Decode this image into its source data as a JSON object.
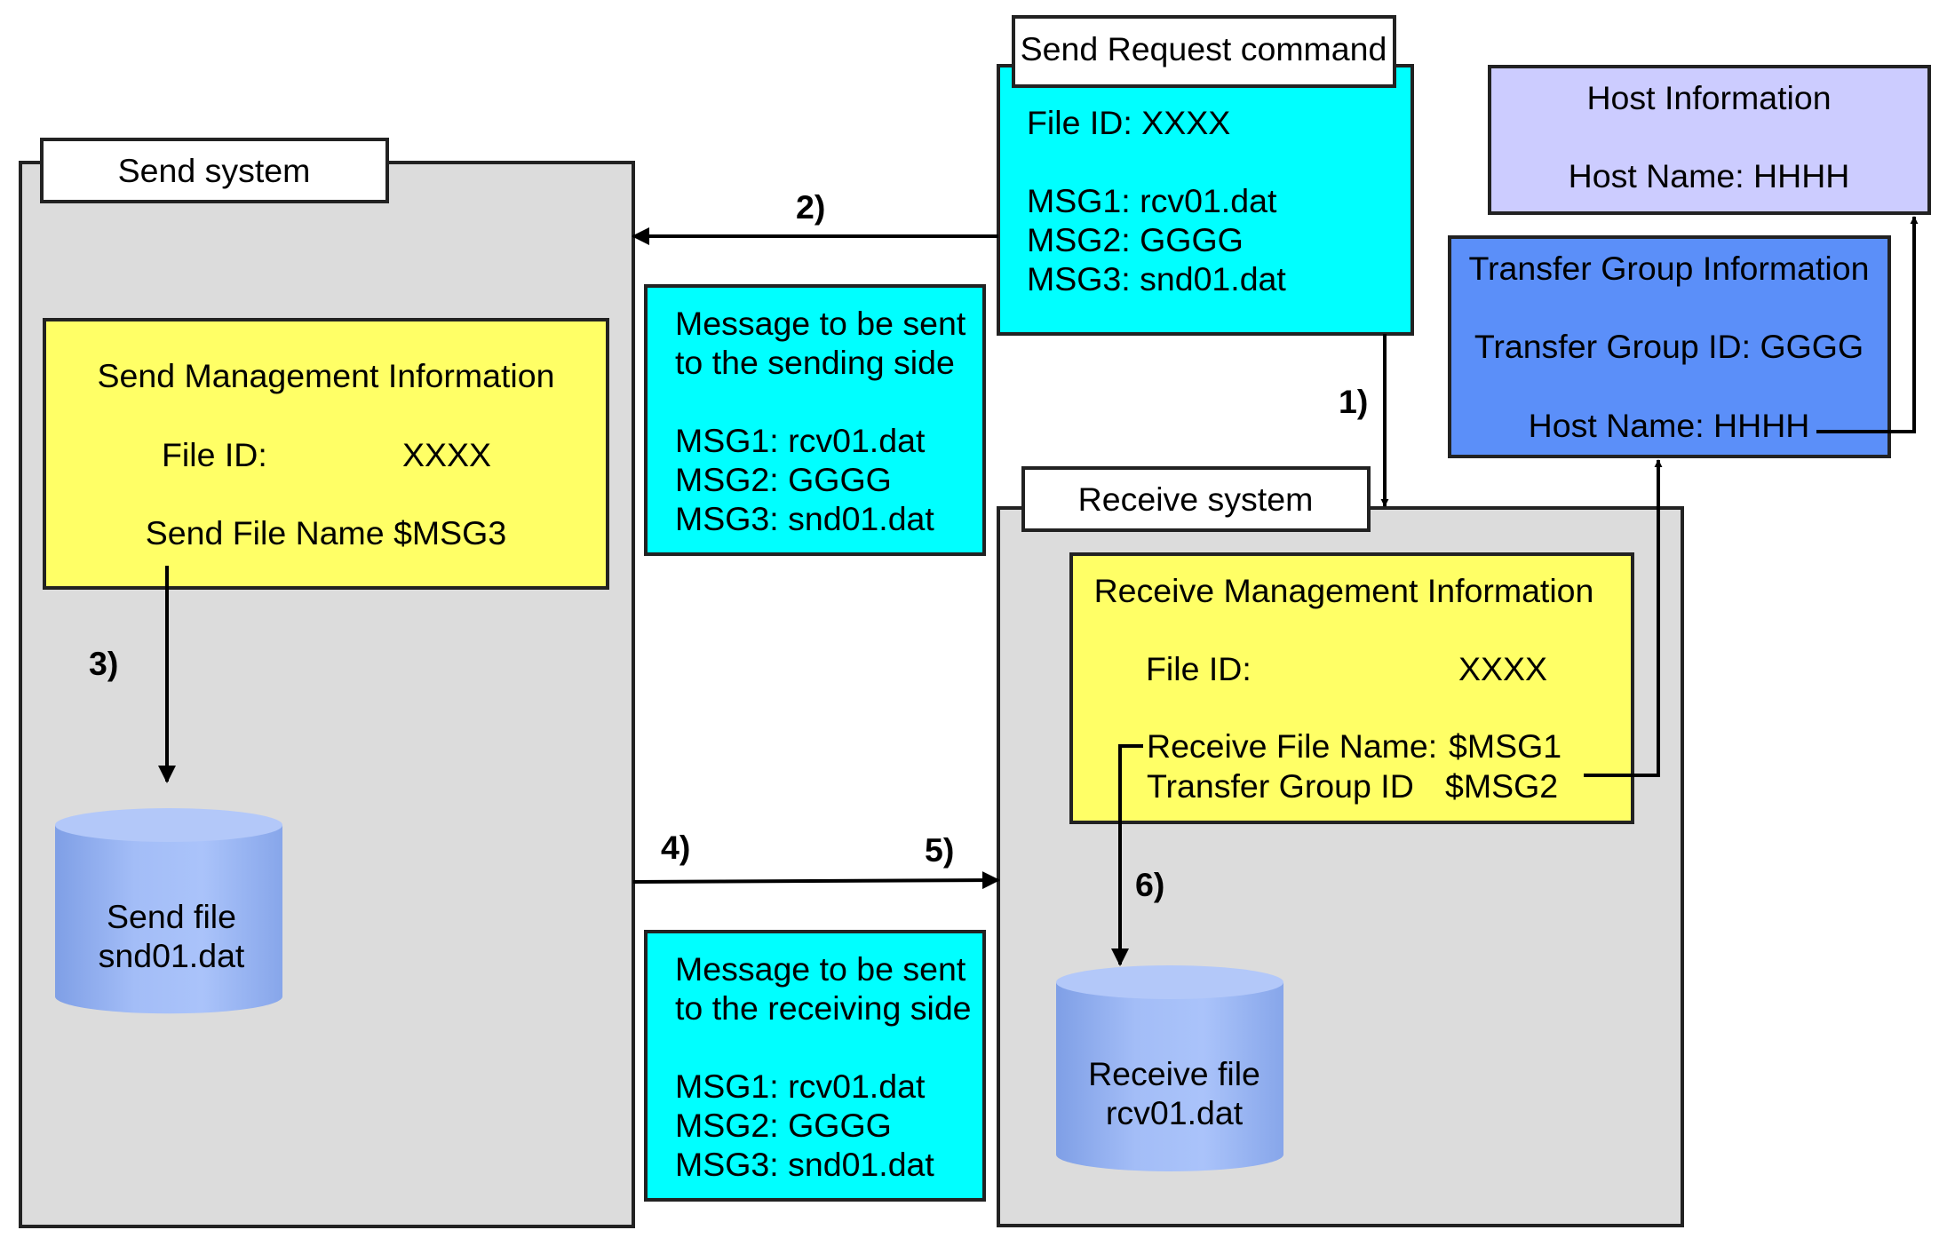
{
  "colors": {
    "system_fill": "#dcdcdc",
    "management_fill": "#ffff66",
    "message_fill": "#00ffff",
    "transfer_group_fill": "#5b8ff9",
    "host_info_fill": "#ccccff",
    "file_fill": "#a3bdf7"
  },
  "send_system": {
    "label": "Send system",
    "management": {
      "title": "Send Management Information",
      "file_id_label": "File ID:",
      "file_id_value": "XXXX",
      "send_file_name": "Send File Name $MSG3"
    },
    "file": {
      "line1": "Send file",
      "line2": "snd01.dat"
    }
  },
  "receive_system": {
    "label": "Receive system",
    "management": {
      "title": "Receive Management Information",
      "file_id_label": "File ID:",
      "file_id_value": "XXXX",
      "receive_file_name_label": "Receive File Name:",
      "receive_file_name_value": "$MSG1",
      "transfer_group_label": "Transfer Group ID",
      "transfer_group_value": "$MSG2"
    },
    "file": {
      "line1": "Receive file",
      "line2": "rcv01.dat"
    }
  },
  "send_request": {
    "label": "Send Request command",
    "file_id": "File ID: XXXX",
    "msg1": "MSG1: rcv01.dat",
    "msg2": "MSG2: GGGG",
    "msg3": "MSG3: snd01.dat"
  },
  "message_sending": {
    "line1": "Message to be sent",
    "line2": "to the sending side",
    "msg1": "MSG1: rcv01.dat",
    "msg2": "MSG2: GGGG",
    "msg3": "MSG3: snd01.dat"
  },
  "message_receiving": {
    "line1": "Message to be sent",
    "line2": "to the receiving side",
    "msg1": "MSG1: rcv01.dat",
    "msg2": "MSG2: GGGG",
    "msg3": "MSG3: snd01.dat"
  },
  "host_info": {
    "title": "Host Information",
    "host_name": "Host Name: HHHH"
  },
  "transfer_group_info": {
    "title": "Transfer Group Information",
    "group_id": "Transfer Group ID: GGGG",
    "host_name": "Host Name: HHHH"
  },
  "steps": {
    "s1": "1)",
    "s2": "2)",
    "s3": "3)",
    "s4": "4)",
    "s5": "5)",
    "s6": "6)"
  }
}
